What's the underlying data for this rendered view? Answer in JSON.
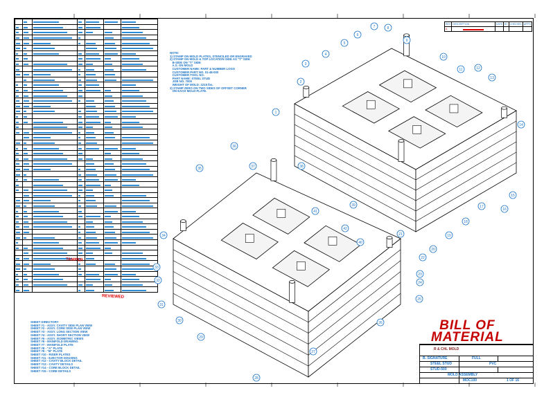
{
  "title_block": {
    "heading_line1": "BILL OF",
    "heading_line2": "MATERIAL",
    "company": "R & CHL MOLD",
    "drawn_by": "B. SIGNATURE",
    "scale": "FULL",
    "part": "STEEL STUD",
    "material": "PVC",
    "part_no": "STUD-500",
    "title": "MOLD ASSEMBLY",
    "drawing_no": "MOC100",
    "sheet": "1 OF 16"
  },
  "revision_table": {
    "headers": [
      "REV",
      "DESCRIPTION",
      "DATE",
      "BY",
      "CHECKED",
      "APP'D"
    ],
    "row": [
      "A",
      "",
      "",
      "",
      "",
      ""
    ]
  },
  "notes": {
    "heading": "NOTE:",
    "lines": [
      "1) STAMP ON MOLD PLATES, STENCILED OR ENGRAVED",
      "2) STAMP ON MOLD & TOP LOCATION SIDE AS \"T\" SIDE",
      "   B-SIDE ON \"T\" SIDE",
      "   A.S. ON MOLD",
      "   CUSTOMER NAME: PART & NUMBER LOGO",
      "   CUSTOMER PART NO. 01-48-000",
      "   CUSTOMER TOOL NO.",
      "   PART NAME: STEEL STUD",
      "   JOB NO. 7000",
      "   WEIGHT OF MOLD: 2215 lbs.",
      "3) STAMP ZERO ON TWO SIDES OF OFFSET CORNER",
      "   ON EACH MOLD PLATE."
    ]
  },
  "sheet_index": [
    "SHEET DIRECTORY",
    "SHEET #1 - ASSY. CAVITY SIDE PLAN VIEW",
    "SHEET #2 - ASSY. CORE SIDE PLAN VIEW",
    "SHEET #3 - ASSY. LONG SECTION VIEW",
    "SHEET #4 - ASSY. SHORT SECTION VIEW",
    "SHEET #5 - ASSY. ISOMETRIC VIEWS",
    "SHEET #6 - MANIFOLD DRAWING",
    "SHEET #7 - MANIFOLD PLATE",
    "SHEET #8 - \"A\" PLATE",
    "SHEET #9 - \"B\" PLATE",
    "SHEET #10 - RISER PLATES",
    "SHEET #11 - EJECTOR HOUSING",
    "SHEET #12 - CAVITY BLOCK DETAIL",
    "SHEET #13 - CAVITY DETAILS",
    "SHEET #14 - CORE BLOCK DETAIL",
    "SHEET #15 - CORE DETAILS"
  ],
  "stamps": {
    "stamp1": "TAMPER",
    "stamp2": "REVIEWED"
  },
  "balloons": [
    "1",
    "2",
    "3",
    "4",
    "5",
    "6",
    "7",
    "8",
    "9",
    "10",
    "11",
    "12",
    "13",
    "14",
    "15",
    "16",
    "17",
    "18",
    "19",
    "20",
    "21",
    "22",
    "23",
    "24",
    "25",
    "26",
    "27",
    "28",
    "29",
    "30",
    "31",
    "32",
    "33",
    "34",
    "35",
    "36",
    "37",
    "38",
    "39",
    "40",
    "41",
    "42"
  ],
  "colors": {
    "ink": "#000000",
    "annotation": "#1a73c8",
    "stamp": "#d00000"
  }
}
